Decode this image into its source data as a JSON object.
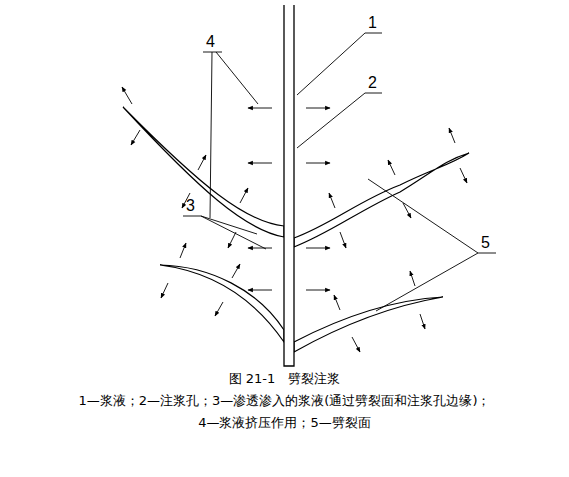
{
  "diagram": {
    "caption": "图 21-1　劈裂注浆",
    "labels": [
      "1",
      "2",
      "4",
      "3",
      "5",
      "1—浆液；2—注浆孔；3—渗透渗入的浆液(通过劈裂面和注浆孔边缘)；",
      "4—浆液挤压作用；5—劈裂面"
    ]
  }
}
